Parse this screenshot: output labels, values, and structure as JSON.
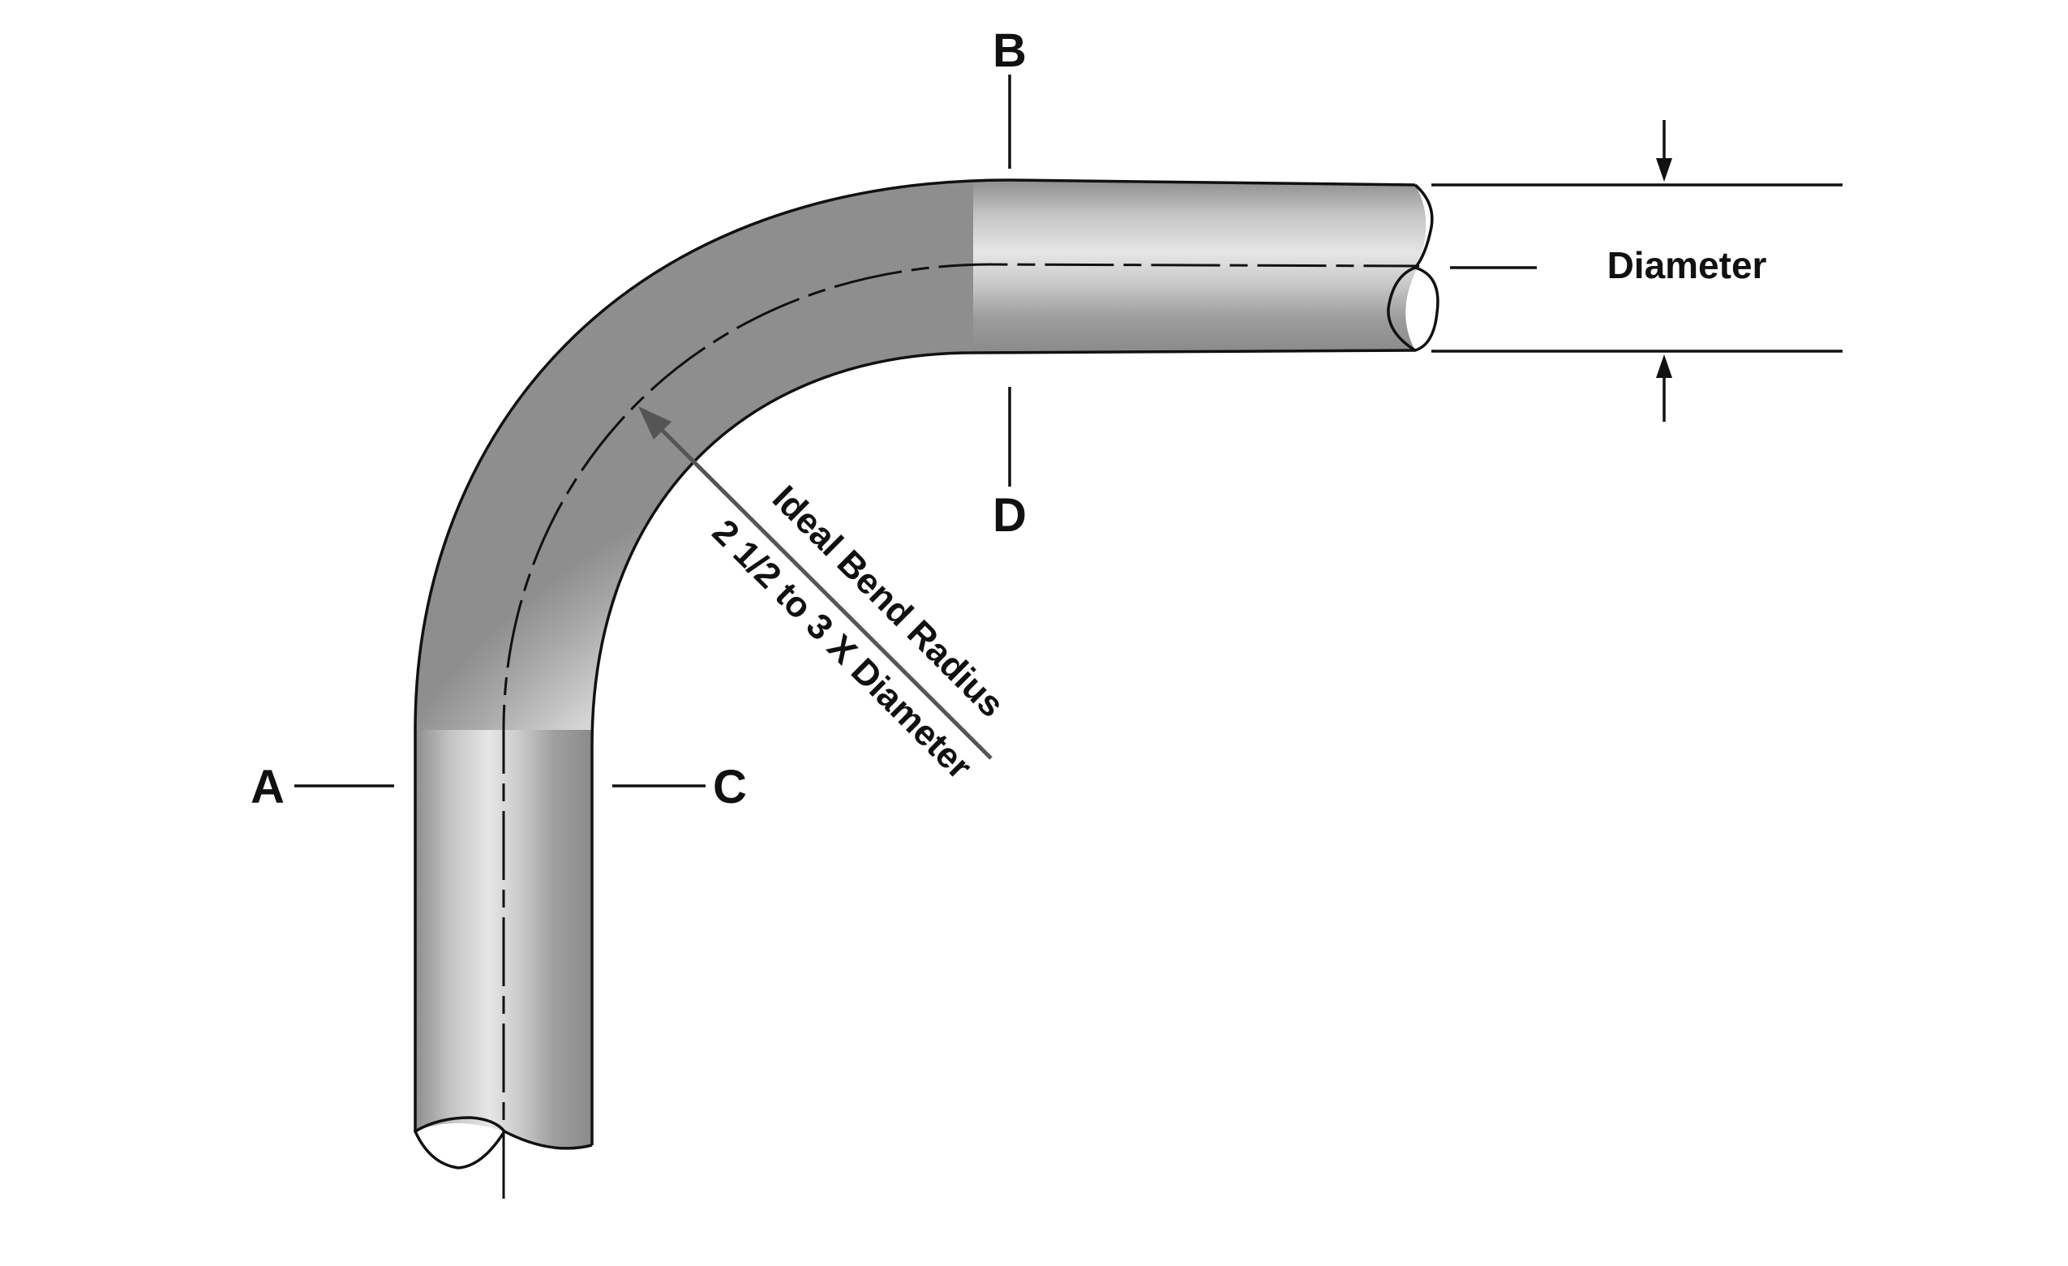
{
  "labels": {
    "a": "A",
    "b": "B",
    "c": "C",
    "d": "D",
    "diameter": "Diameter",
    "radius_line1": "Ideal Bend Radius",
    "radius_line2": "2 1/2 to 3 X Diameter"
  },
  "colors": {
    "tube_light": "#e6e6e6",
    "tube_mid": "#b8b8b8",
    "tube_dark": "#8a8a8a",
    "outline": "#111111",
    "radius_arrow": "#555555"
  }
}
